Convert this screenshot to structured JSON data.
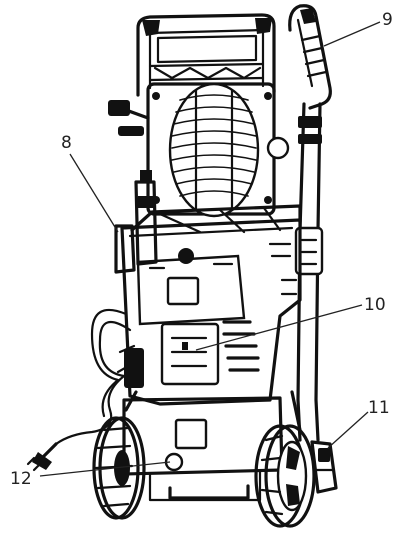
{
  "figure": {
    "callouts": [
      {
        "id": "c8",
        "label": "8"
      },
      {
        "id": "c9",
        "label": "9"
      },
      {
        "id": "c10",
        "label": "10"
      },
      {
        "id": "c11",
        "label": "11"
      },
      {
        "id": "c12",
        "label": "12"
      }
    ]
  }
}
